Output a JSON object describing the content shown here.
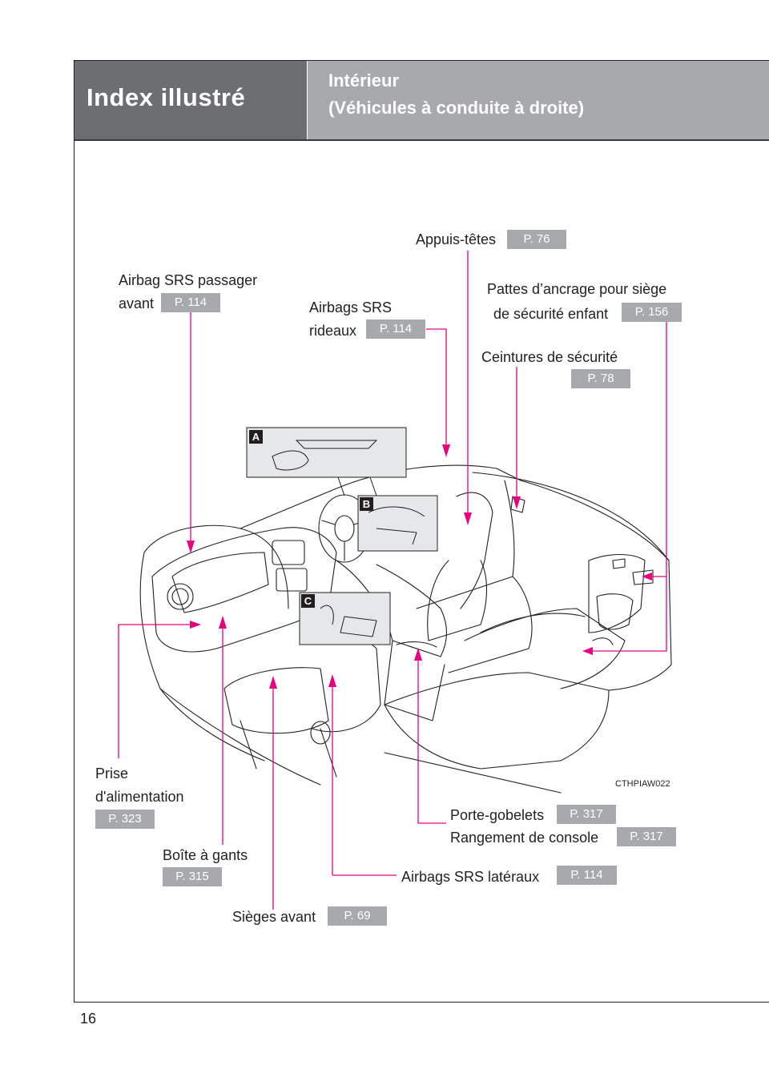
{
  "header": {
    "section": "Index illustré",
    "title_line1": "Intérieur",
    "title_line2": "(Véhicules à conduite à droite)"
  },
  "callouts": {
    "appuis_tetes": {
      "label": "Appuis-têtes",
      "ref": "P. 76"
    },
    "airbag_passager": {
      "label_line1": "Airbag SRS passager",
      "label_line2": "avant",
      "ref": "P. 114"
    },
    "airbags_rideaux": {
      "label_line1": "Airbags SRS",
      "label_line2": "rideaux",
      "ref": "P. 114"
    },
    "pattes_ancrage": {
      "label_line1": "Pattes d’ancrage pour siège",
      "label_line2": "de sécurité enfant",
      "ref": "P. 156"
    },
    "ceintures": {
      "label": "Ceintures de sécurité",
      "ref": "P. 78"
    },
    "prise": {
      "label_line1": "Prise",
      "label_line2": "d'alimentation",
      "ref": "P. 323"
    },
    "boite_gants": {
      "label": "Boîte à gants",
      "ref": "P. 315"
    },
    "sieges_avant": {
      "label": "Sièges avant",
      "ref": "P. 69"
    },
    "airbags_lateraux": {
      "label": "Airbags SRS latéraux",
      "ref": "P. 114"
    },
    "porte_gobelets": {
      "label": "Porte-gobelets",
      "ref": "P. 317"
    },
    "rangement_console": {
      "label": "Rangement de console",
      "ref": "P. 317"
    }
  },
  "insets": {
    "a": "A",
    "b": "B",
    "c": "C"
  },
  "figure_code": "CTHPIAW022",
  "page_number": "16",
  "colors": {
    "leader": "#e6007e",
    "header_dark": "#6d6e71",
    "header_light": "#a7a9ac",
    "ref_box": "#a7a9ac"
  }
}
